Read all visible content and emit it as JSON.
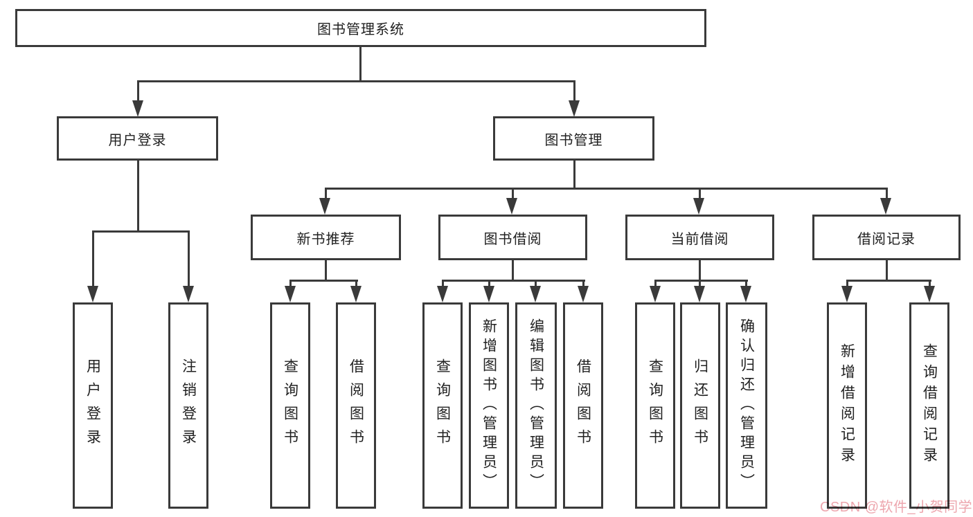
{
  "tree": {
    "root": {
      "label": "图书管理系统",
      "children": [
        {
          "label": "用户登录",
          "children": [
            {
              "label": "用户登录"
            },
            {
              "label": "注销登录"
            }
          ]
        },
        {
          "label": "图书管理",
          "children": [
            {
              "label": "新书推荐",
              "children": [
                {
                  "label": "查询图书"
                },
                {
                  "label": "借阅图书"
                }
              ]
            },
            {
              "label": "图书借阅",
              "children": [
                {
                  "label": "查询图书"
                },
                {
                  "label": "新增图书（管理员）"
                },
                {
                  "label": "编辑图书（管理员）"
                },
                {
                  "label": "借阅图书"
                }
              ]
            },
            {
              "label": "当前借阅",
              "children": [
                {
                  "label": "查询图书"
                },
                {
                  "label": "归还图书"
                },
                {
                  "label": "确认归还（管理员）"
                }
              ]
            },
            {
              "label": "借阅记录",
              "children": [
                {
                  "label": "新增借阅记录"
                },
                {
                  "label": "查询借阅记录"
                }
              ]
            }
          ]
        }
      ]
    }
  },
  "watermark": {
    "text": "CSDN @软件_小贺同学",
    "color": "#eda6ae"
  },
  "colors": {
    "line": "#3a3a3a",
    "text": "#212121",
    "box_bg": "#ffffff",
    "page_bg": "#ffffff"
  }
}
